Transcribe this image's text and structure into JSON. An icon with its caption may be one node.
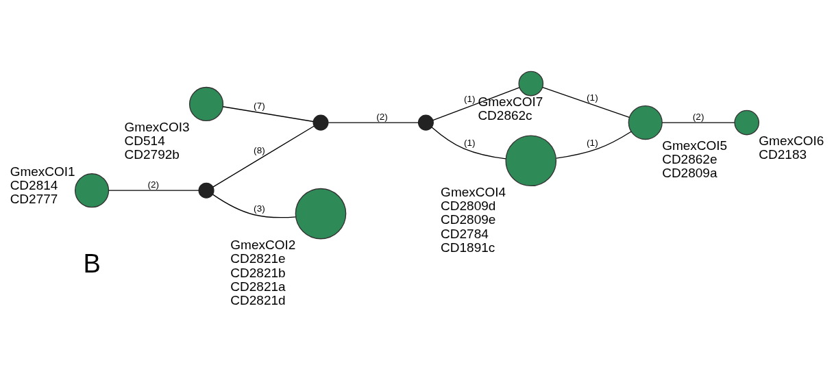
{
  "diagram": {
    "nodes": [
      {
        "text": [
          "GmexCOI2"
        ],
        "beside": [
          "CD2821e",
          "CD2821b",
          "CD2821a",
          "CD2821d"
        ]
      },
      {
        "text": [
          "GmexCOI1"
        ],
        "beside": [
          "CD2814",
          "CD2777"
        ]
      },
      {
        "text": [],
        "shape": "circle"
      },
      {
        "text": [
          "GmexCOI7"
        ],
        "beside": [
          "CD2862c"
        ]
      },
      {
        "text": [
          "GmexCOI5"
        ],
        "beside": [
          "CD2862e",
          "CD2809a"
        ]
      },
      {
        "text": [
          "GmexCOI6"
        ],
        "beside": [
          "CD2183"
        ]
      },
      {
        "text": [],
        "shape": "circle"
      },
      {
        "text": [],
        "shape": "circle"
      },
      {
        "text": [
          "GmexCOI3"
        ],
        "beside": [
          "CD514",
          "CD2792b"
        ]
      },
      {
        "text": [
          "GmexCOI4"
        ],
        "beside": [
          "CD2809d",
          "CD2809e",
          "CD2784",
          "CD1891c"
        ]
      }
    ],
    "edges": [
      {
        "from": 1,
        "to": 2,
        "arrow": "none",
        "label": "(2)"
      },
      {
        "from": 2,
        "to": 0,
        "arrow": "none",
        "label": "(3)"
      },
      {
        "from": 2,
        "to": 6,
        "arrow": "none",
        "label": "(8)"
      },
      {
        "from": 8,
        "to": 6,
        "arrow": "none",
        "label": "(7)"
      },
      {
        "from": 6,
        "to": 7,
        "arrow": "none",
        "label": "(2)"
      },
      {
        "from": 7,
        "to": 3,
        "arrow": "none",
        "label": "(1)"
      },
      {
        "from": 3,
        "to": 4,
        "arrow": "none",
        "label": "(1)"
      },
      {
        "from": 7,
        "to": 9,
        "arrow": "none",
        "label": "(1)"
      },
      {
        "from": 9,
        "to": 4,
        "arrow": "none",
        "label": "(1)"
      },
      {
        "from": 4,
        "to": 5,
        "arrow": "none",
        "label": "(2)"
      }
    ],
    "labels": [
      "B"
    ]
  }
}
